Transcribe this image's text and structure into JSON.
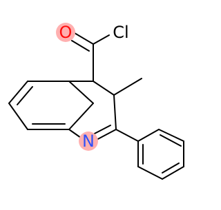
{
  "molecule": {
    "atoms": {
      "oxygen": {
        "symbol": "O",
        "color": "#ff0d0d"
      },
      "chlorine": {
        "symbol": "Cl",
        "color": "#000000"
      },
      "nitrogen": {
        "symbol": "N",
        "color": "#3050f8"
      }
    },
    "bond_color": "#000000",
    "atom_highlight_color": "#ffb0b0"
  }
}
